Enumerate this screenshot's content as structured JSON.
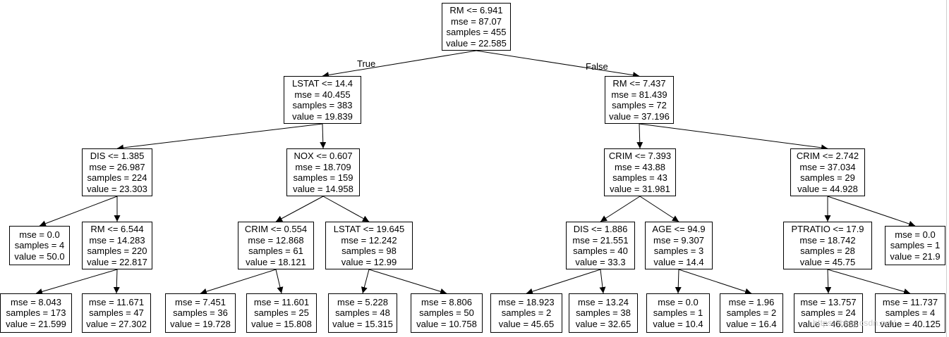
{
  "tree": {
    "edge_labels": {
      "true": "True",
      "false": "False"
    },
    "nodes": {
      "n0": {
        "lines": [
          "RM <= 6.941",
          "mse = 87.07",
          "samples = 455",
          "value = 22.585"
        ]
      },
      "n1": {
        "lines": [
          "LSTAT <= 14.4",
          "mse = 40.455",
          "samples = 383",
          "value = 19.839"
        ]
      },
      "n2": {
        "lines": [
          "RM <= 7.437",
          "mse = 81.439",
          "samples = 72",
          "value = 37.196"
        ]
      },
      "n3": {
        "lines": [
          "DIS <= 1.385",
          "mse = 26.987",
          "samples = 224",
          "value = 23.303"
        ]
      },
      "n4": {
        "lines": [
          "NOX <= 0.607",
          "mse = 18.709",
          "samples = 159",
          "value = 14.958"
        ]
      },
      "n5": {
        "lines": [
          "CRIM <= 7.393",
          "mse = 43.88",
          "samples = 43",
          "value = 31.981"
        ]
      },
      "n6": {
        "lines": [
          "CRIM <= 2.742",
          "mse = 37.034",
          "samples = 29",
          "value = 44.928"
        ]
      },
      "n7": {
        "lines": [
          "mse = 0.0",
          "samples = 4",
          "value = 50.0"
        ]
      },
      "n8": {
        "lines": [
          "RM <= 6.544",
          "mse = 14.283",
          "samples = 220",
          "value = 22.817"
        ]
      },
      "n9": {
        "lines": [
          "CRIM <= 0.554",
          "mse = 12.868",
          "samples = 61",
          "value = 18.121"
        ]
      },
      "n10": {
        "lines": [
          "LSTAT <= 19.645",
          "mse = 12.242",
          "samples = 98",
          "value = 12.99"
        ]
      },
      "n11": {
        "lines": [
          "DIS <= 1.886",
          "mse = 21.551",
          "samples = 40",
          "value = 33.3"
        ]
      },
      "n12": {
        "lines": [
          "AGE <= 94.9",
          "mse = 9.307",
          "samples = 3",
          "value = 14.4"
        ]
      },
      "n13": {
        "lines": [
          "PTRATIO <= 17.9",
          "mse = 18.742",
          "samples = 28",
          "value = 45.75"
        ]
      },
      "n14": {
        "lines": [
          "mse = 0.0",
          "samples = 1",
          "value = 21.9"
        ]
      },
      "n15": {
        "lines": [
          "mse = 8.043",
          "samples = 173",
          "value = 21.599"
        ]
      },
      "n16": {
        "lines": [
          "mse = 11.671",
          "samples = 47",
          "value = 27.302"
        ]
      },
      "n17": {
        "lines": [
          "mse = 7.451",
          "samples = 36",
          "value = 19.728"
        ]
      },
      "n18": {
        "lines": [
          "mse = 11.601",
          "samples = 25",
          "value = 15.808"
        ]
      },
      "n19": {
        "lines": [
          "mse = 5.228",
          "samples = 48",
          "value = 15.315"
        ]
      },
      "n20": {
        "lines": [
          "mse = 8.806",
          "samples = 50",
          "value = 10.758"
        ]
      },
      "n21": {
        "lines": [
          "mse = 18.923",
          "samples = 2",
          "value = 45.65"
        ]
      },
      "n22": {
        "lines": [
          "mse = 13.24",
          "samples = 38",
          "value = 32.65"
        ]
      },
      "n23": {
        "lines": [
          "mse = 0.0",
          "samples = 1",
          "value = 10.4"
        ]
      },
      "n24": {
        "lines": [
          "mse = 1.96",
          "samples = 2",
          "value = 16.4"
        ]
      },
      "n25": {
        "lines": [
          "mse = 13.757",
          "samples = 24",
          "value = 46.688"
        ]
      },
      "n26": {
        "lines": [
          "mse = 11.737",
          "samples = 4",
          "value = 40.125"
        ]
      }
    },
    "edges": [
      [
        "n0",
        "n1"
      ],
      [
        "n0",
        "n2"
      ],
      [
        "n1",
        "n3"
      ],
      [
        "n1",
        "n4"
      ],
      [
        "n2",
        "n5"
      ],
      [
        "n2",
        "n6"
      ],
      [
        "n3",
        "n7"
      ],
      [
        "n3",
        "n8"
      ],
      [
        "n4",
        "n9"
      ],
      [
        "n4",
        "n10"
      ],
      [
        "n5",
        "n11"
      ],
      [
        "n5",
        "n12"
      ],
      [
        "n6",
        "n13"
      ],
      [
        "n6",
        "n14"
      ],
      [
        "n8",
        "n15"
      ],
      [
        "n8",
        "n16"
      ],
      [
        "n9",
        "n17"
      ],
      [
        "n9",
        "n18"
      ],
      [
        "n10",
        "n19"
      ],
      [
        "n10",
        "n20"
      ],
      [
        "n11",
        "n21"
      ],
      [
        "n11",
        "n22"
      ],
      [
        "n12",
        "n23"
      ],
      [
        "n12",
        "n24"
      ],
      [
        "n13",
        "n25"
      ],
      [
        "n13",
        "n26"
      ]
    ]
  },
  "watermark": "https://blog.csdn.net/..."
}
